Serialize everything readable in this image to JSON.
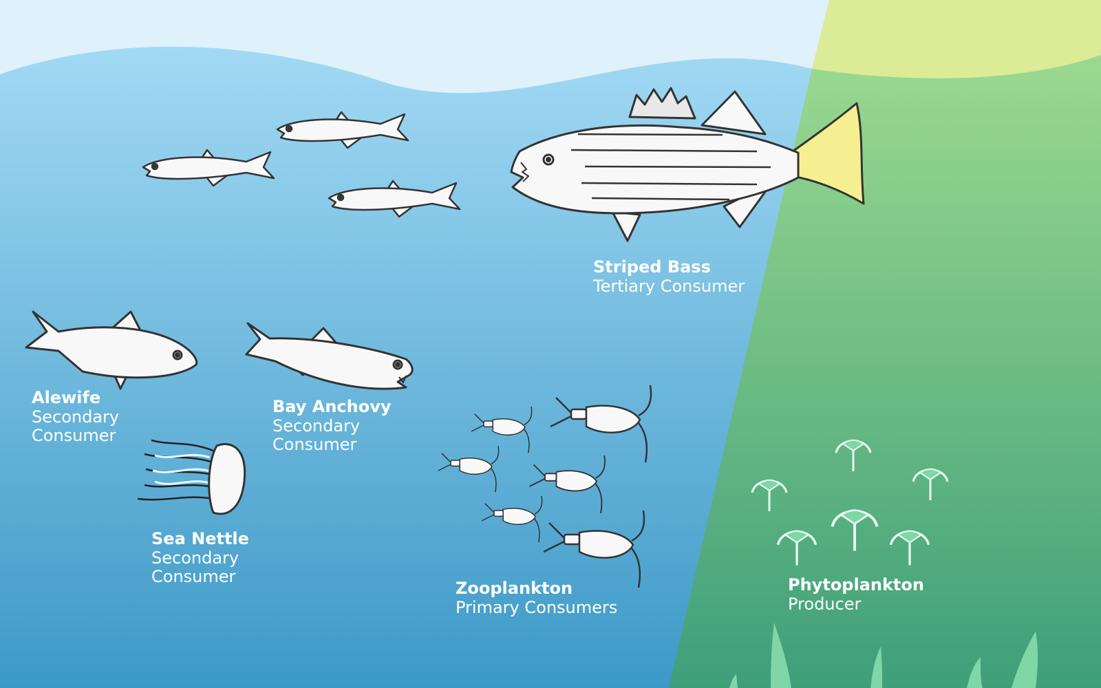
{
  "labels": {
    "striped_bass": {
      "name": "Striped Bass",
      "role": "Tertiary Consumer"
    },
    "alewife": {
      "name": "Alewife",
      "role_line1": "Secondary",
      "role_line2": "Consumer"
    },
    "bay_anchovy": {
      "name": "Bay Anchovy",
      "role_line1": "Secondary",
      "role_line2": "Consumer"
    },
    "sea_nettle": {
      "name": "Sea Nettle",
      "role_line1": "Secondary",
      "role_line2": "Consumer"
    },
    "zooplankton": {
      "name": "Zooplankton",
      "role": "Primary Consumers"
    },
    "phytoplankton": {
      "name": "Phytoplankton",
      "role": "Producer"
    }
  },
  "colors": {
    "sky": "#dff1fa",
    "water_top": "#9fd7f3",
    "water_bottom": "#3f9cc9",
    "light_beam_top": "#dcea94",
    "light_beam_green": "#6fc08a",
    "fish_fill": "#f8f8f8",
    "outline": "#333333",
    "tail_highlight": "#f5ef92",
    "phytoplankton": "#7fd6a6"
  }
}
